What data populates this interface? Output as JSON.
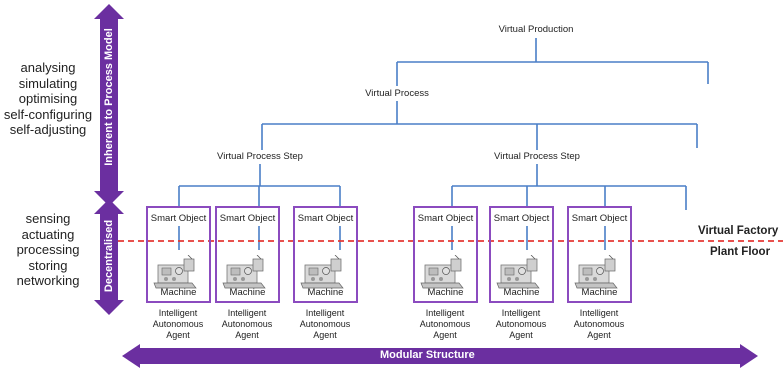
{
  "left_top_list": [
    "analysing",
    "simulating",
    "optimising",
    "self-configuring",
    "self-adjusting"
  ],
  "left_bottom_list": [
    "sensing",
    "actuating",
    "processing",
    "storing",
    "networking"
  ],
  "vertical_arrow_top_label": "Inherent to Process Model",
  "vertical_arrow_bottom_label": "Decentralised",
  "horizontal_arrow_label": "Modular Structure",
  "virtual_production": "Virtual Production",
  "virtual_process": "Virtual Process",
  "virtual_process_step_1": "Virtual Process Step",
  "virtual_process_step_2": "Virtual Process Step",
  "boundary_top_label": "Virtual Factory",
  "boundary_bottom_label": "Plant Floor",
  "agents": [
    {
      "smart_object": "Smart Object",
      "machine": "Machine",
      "caption": "Intelligent Autonomous Agent"
    },
    {
      "smart_object": "Smart Object",
      "machine": "Machine",
      "caption": "Intelligent Autonomous Agent"
    },
    {
      "smart_object": "Smart Object",
      "machine": "Machine",
      "caption": "Intelligent Autonomous Agent"
    },
    {
      "smart_object": "Smart Object",
      "machine": "Machine",
      "caption": "Intelligent Autonomous Agent"
    },
    {
      "smart_object": "Smart Object",
      "machine": "Machine",
      "caption": "Intelligent Autonomous Agent"
    },
    {
      "smart_object": "Smart Object",
      "machine": "Machine",
      "caption": "Intelligent Autonomous Agent"
    }
  ],
  "colors": {
    "purple": "#6b2fa0",
    "box_border": "#8b4bbf",
    "tree_line": "#4a7fc7",
    "boundary_line": "#e53935"
  }
}
